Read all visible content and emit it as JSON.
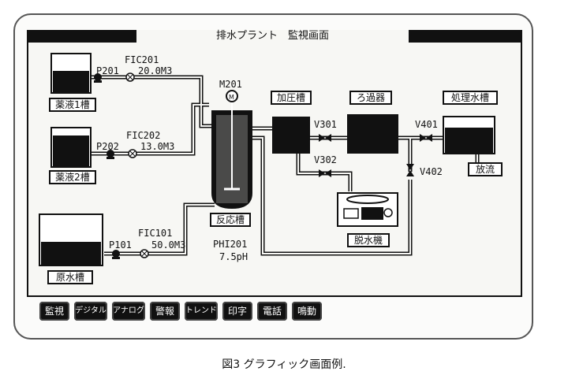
{
  "screen": {
    "title": "排水プラント　監視画面"
  },
  "tanks": {
    "chem1": "薬液1槽",
    "chem2": "薬液2槽",
    "raw": "原水槽",
    "reaction": "反応槽",
    "pressure": "加圧槽",
    "filter": "ろ過器",
    "treated": "処理水槽",
    "discharge": "放流",
    "dewater": "脱水機"
  },
  "pumps": {
    "p201": "P201",
    "p202": "P202",
    "p101": "P101"
  },
  "flows": {
    "fic201": {
      "tag": "FIC201",
      "value": "20.0M3"
    },
    "fic202": {
      "tag": "FIC202",
      "value": "13.0M3"
    },
    "fic101": {
      "tag": "FIC101",
      "value": "50.0M3"
    }
  },
  "motor": "M201",
  "valves": {
    "v301": "V301",
    "v302": "V302",
    "v401": "V401",
    "v402": "V402"
  },
  "ph": {
    "tag": "PHI201",
    "value": "7.5pH"
  },
  "buttons": [
    "監視",
    "デジタル",
    "アナログ",
    "警報",
    "トレンド",
    "印字",
    "電話",
    "鳴動"
  ],
  "caption": "図3 グラフィック画面例."
}
